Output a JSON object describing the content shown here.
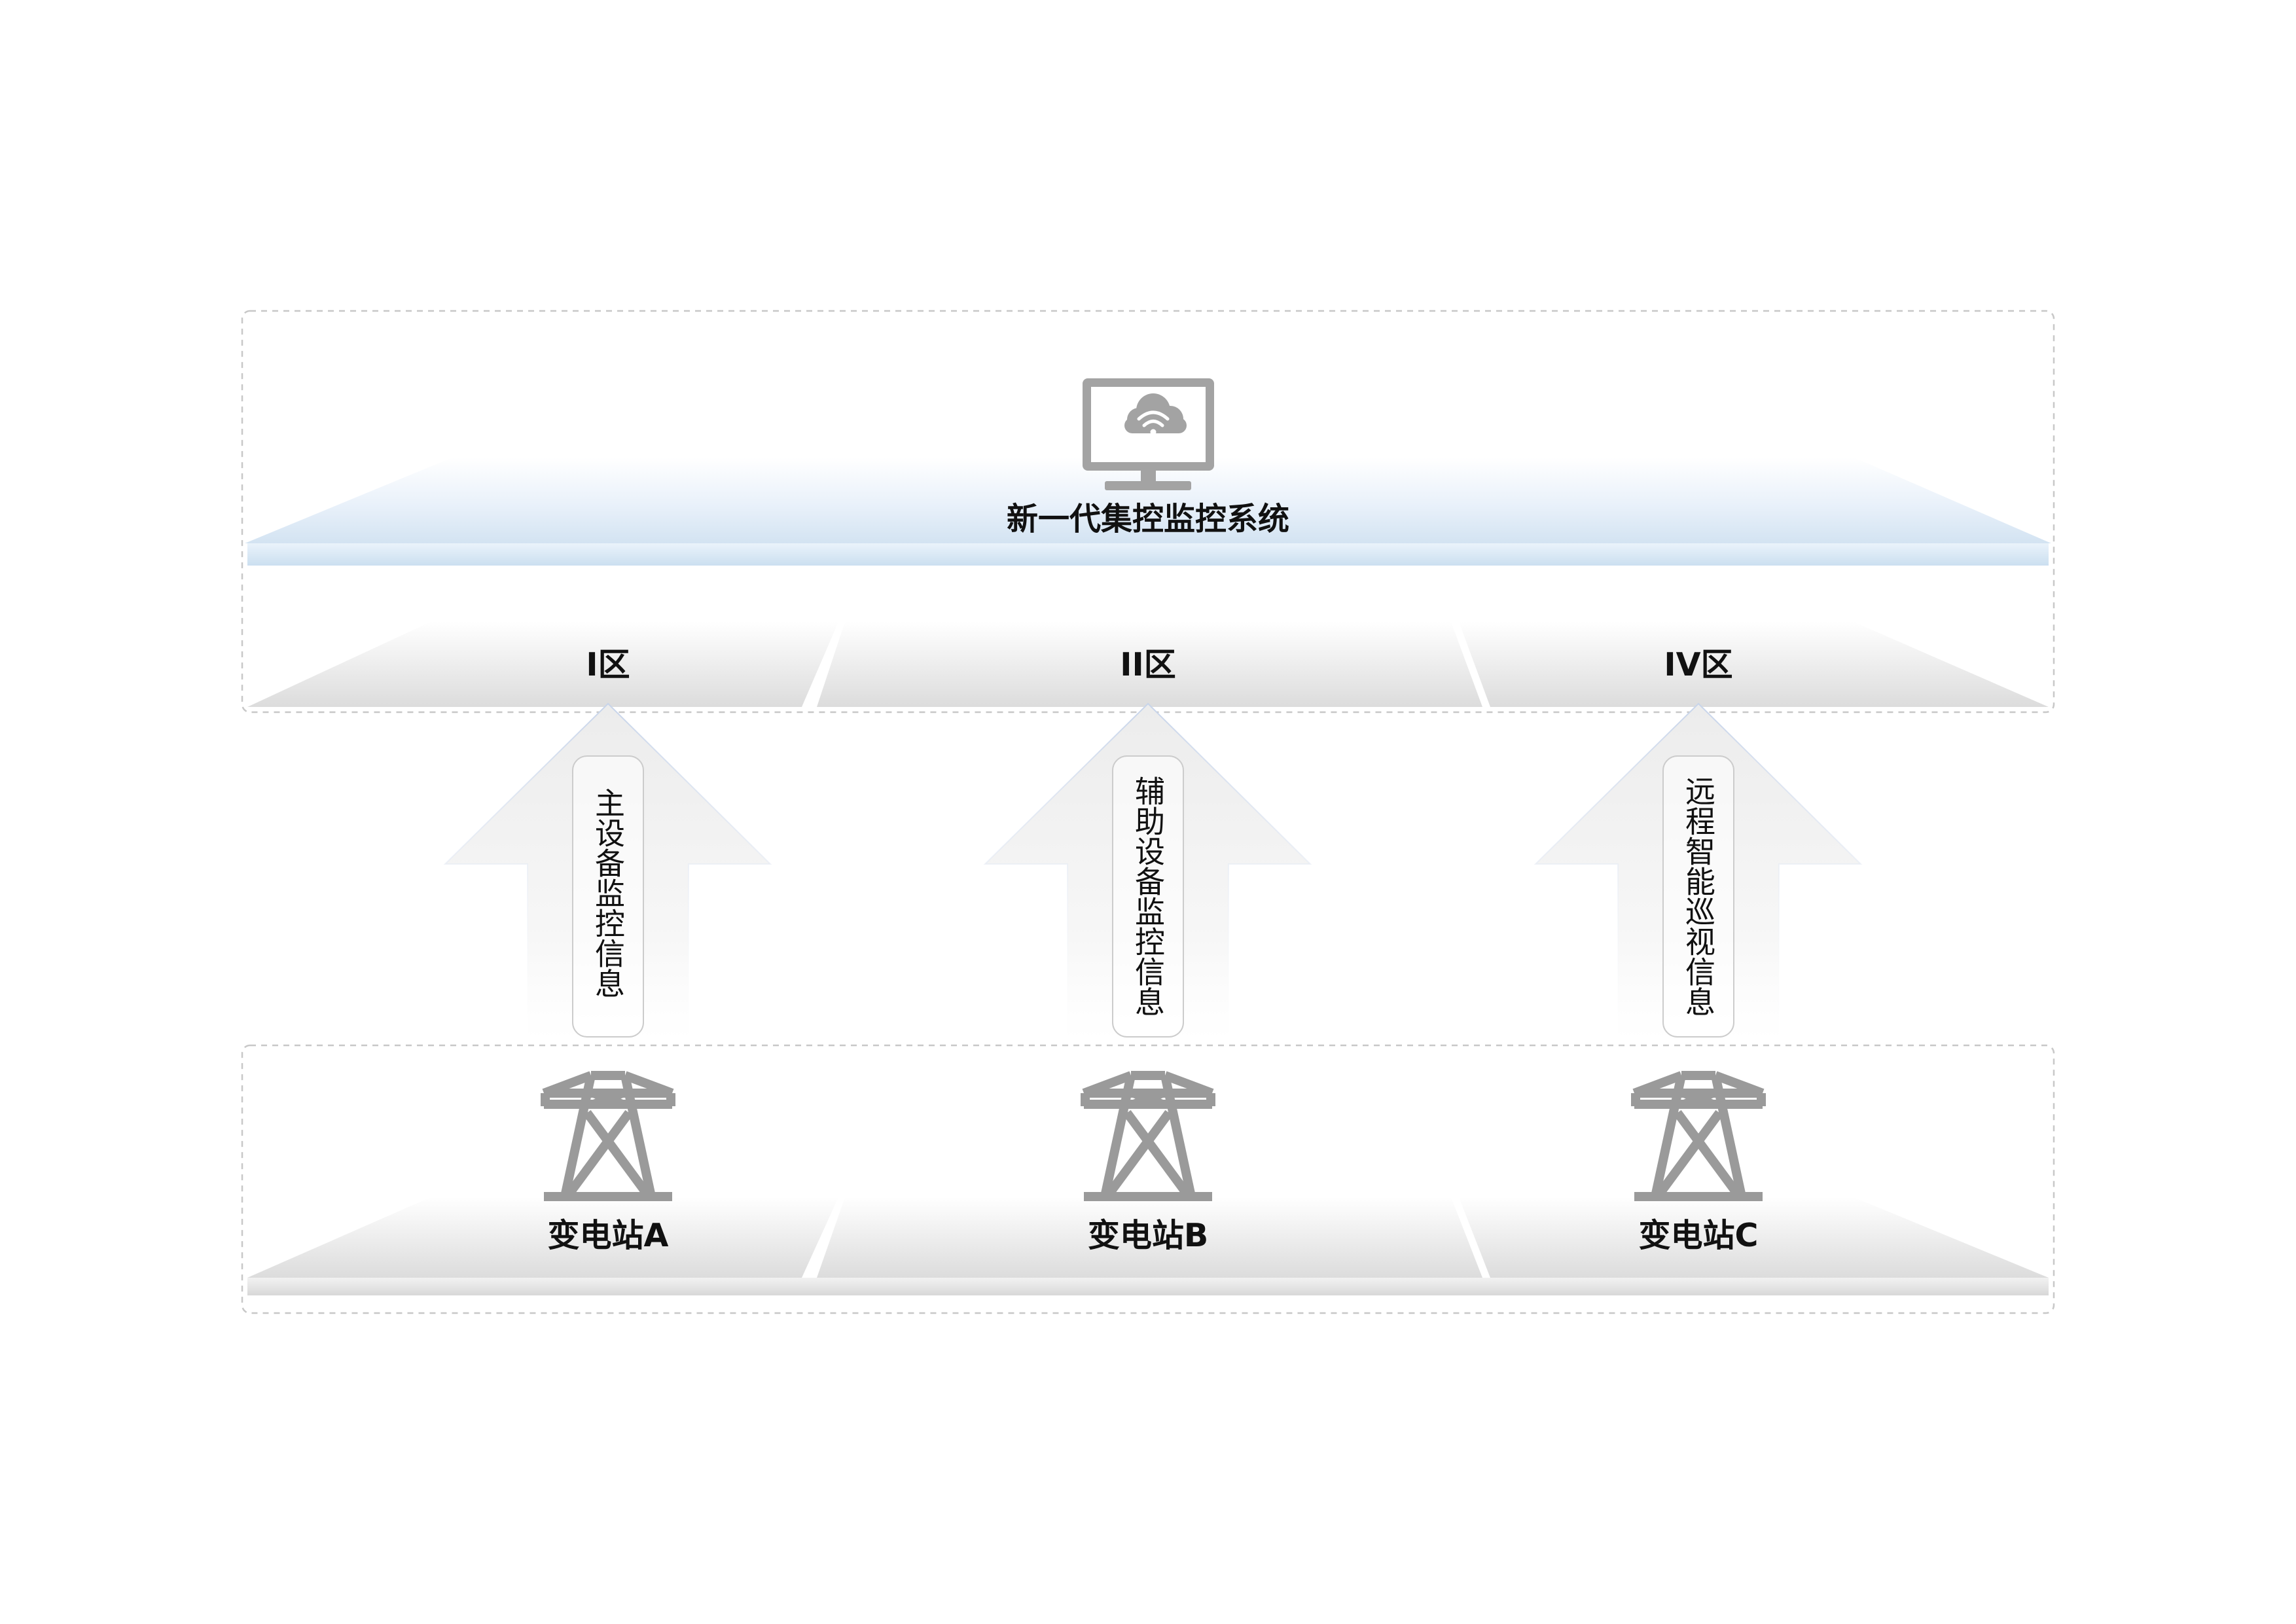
{
  "system": {
    "title": "新一代集控监控系统",
    "icon": "cloud-wifi-monitor-icon"
  },
  "zones": [
    {
      "label": "I区"
    },
    {
      "label": "II区"
    },
    {
      "label": "IV区"
    }
  ],
  "flows": [
    {
      "label": "主设备监控信息"
    },
    {
      "label": "辅助设备监控信息"
    },
    {
      "label": "远程智能巡视信息"
    }
  ],
  "stations": [
    {
      "label": "变电站A",
      "icon": "transmission-tower-icon"
    },
    {
      "label": "变电站B",
      "icon": "transmission-tower-icon"
    },
    {
      "label": "变电站C",
      "icon": "transmission-tower-icon"
    }
  ],
  "colors": {
    "text": "#111111",
    "icon": "#9a9a9a",
    "border_dashed": "#c8c8c8",
    "top_platform_blue": "#d6e6f4",
    "arrow_gray": "#f0f0f0"
  }
}
